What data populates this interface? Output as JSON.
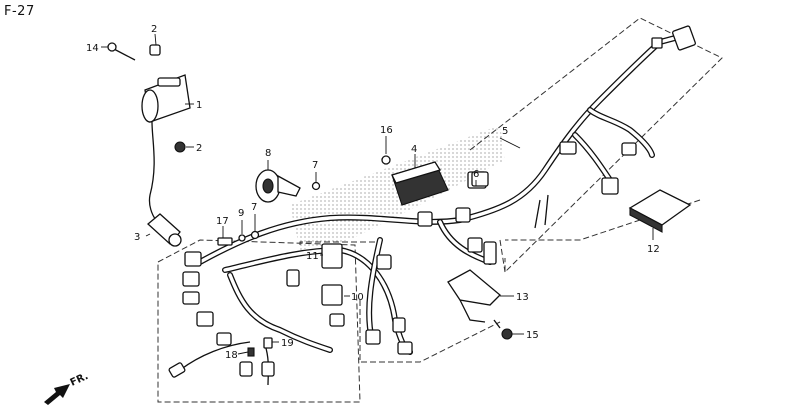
{
  "page_code": "F-27",
  "direction_label": "FR.",
  "callouts": [
    "1",
    "2",
    "2",
    "3",
    "4",
    "5",
    "6",
    "7",
    "7",
    "8",
    "9",
    "10",
    "11",
    "12",
    "13",
    "14",
    "15",
    "16",
    "17",
    "18",
    "19"
  ]
}
